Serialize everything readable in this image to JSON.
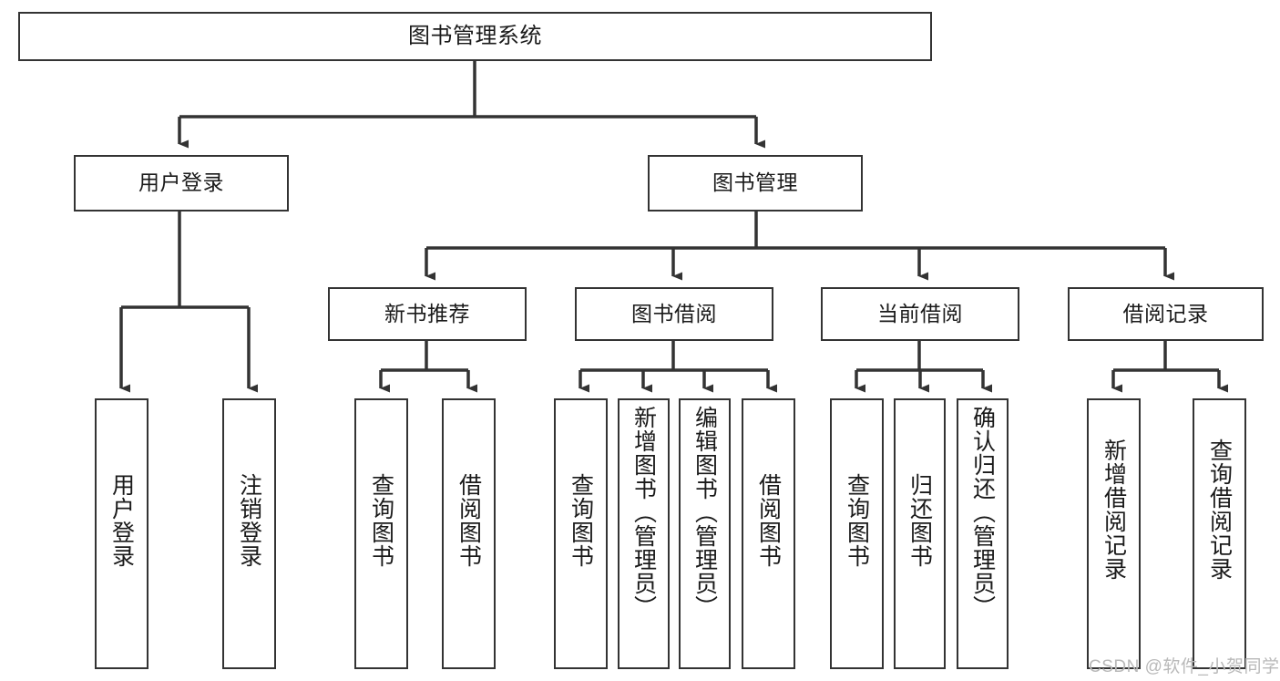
{
  "diagram": {
    "title": "图书管理系统",
    "type": "tree-hierarchy",
    "watermark": "CSDN @软件_小贺同学",
    "colors": {
      "node_border": "#333333",
      "node_fill": "#ffffff",
      "edge": "#333333",
      "text": "#1a1a1a",
      "watermark": "#b9b9b9"
    },
    "levels": {
      "root": {
        "label": "图书管理系统"
      },
      "level2": [
        {
          "id": "user-login",
          "label": "用户登录"
        },
        {
          "id": "book-manage",
          "label": "图书管理"
        }
      ],
      "level3": [
        {
          "id": "new-book-recommend",
          "label": "新书推荐",
          "parent": "book-manage"
        },
        {
          "id": "book-borrow",
          "label": "图书借阅",
          "parent": "book-manage"
        },
        {
          "id": "current-borrow",
          "label": "当前借阅",
          "parent": "book-manage"
        },
        {
          "id": "borrow-record",
          "label": "借阅记录",
          "parent": "book-manage"
        }
      ],
      "leaves": [
        {
          "id": "leaf-user-login",
          "label": "用户登录",
          "parent": "user-login"
        },
        {
          "id": "leaf-logout",
          "label": "注销登录",
          "parent": "user-login"
        },
        {
          "id": "leaf-query-book-1",
          "label": "查询图书",
          "parent": "new-book-recommend"
        },
        {
          "id": "leaf-borrow-book-1",
          "label": "借阅图书",
          "parent": "new-book-recommend"
        },
        {
          "id": "leaf-query-book-2",
          "label": "查询图书",
          "parent": "book-borrow"
        },
        {
          "id": "leaf-add-book",
          "label": "新增图书（管理员）",
          "parent": "book-borrow"
        },
        {
          "id": "leaf-edit-book",
          "label": "编辑图书（管理员）",
          "parent": "book-borrow"
        },
        {
          "id": "leaf-borrow-book-2",
          "label": "借阅图书",
          "parent": "book-borrow"
        },
        {
          "id": "leaf-query-book-3",
          "label": "查询图书",
          "parent": "current-borrow"
        },
        {
          "id": "leaf-return-book",
          "label": "归还图书",
          "parent": "current-borrow"
        },
        {
          "id": "leaf-confirm-return",
          "label": "确认归还（管理员）",
          "parent": "current-borrow"
        },
        {
          "id": "leaf-add-record",
          "label": "新增借阅记录",
          "parent": "borrow-record"
        },
        {
          "id": "leaf-query-record",
          "label": "查询借阅记录",
          "parent": "borrow-record"
        }
      ]
    }
  }
}
